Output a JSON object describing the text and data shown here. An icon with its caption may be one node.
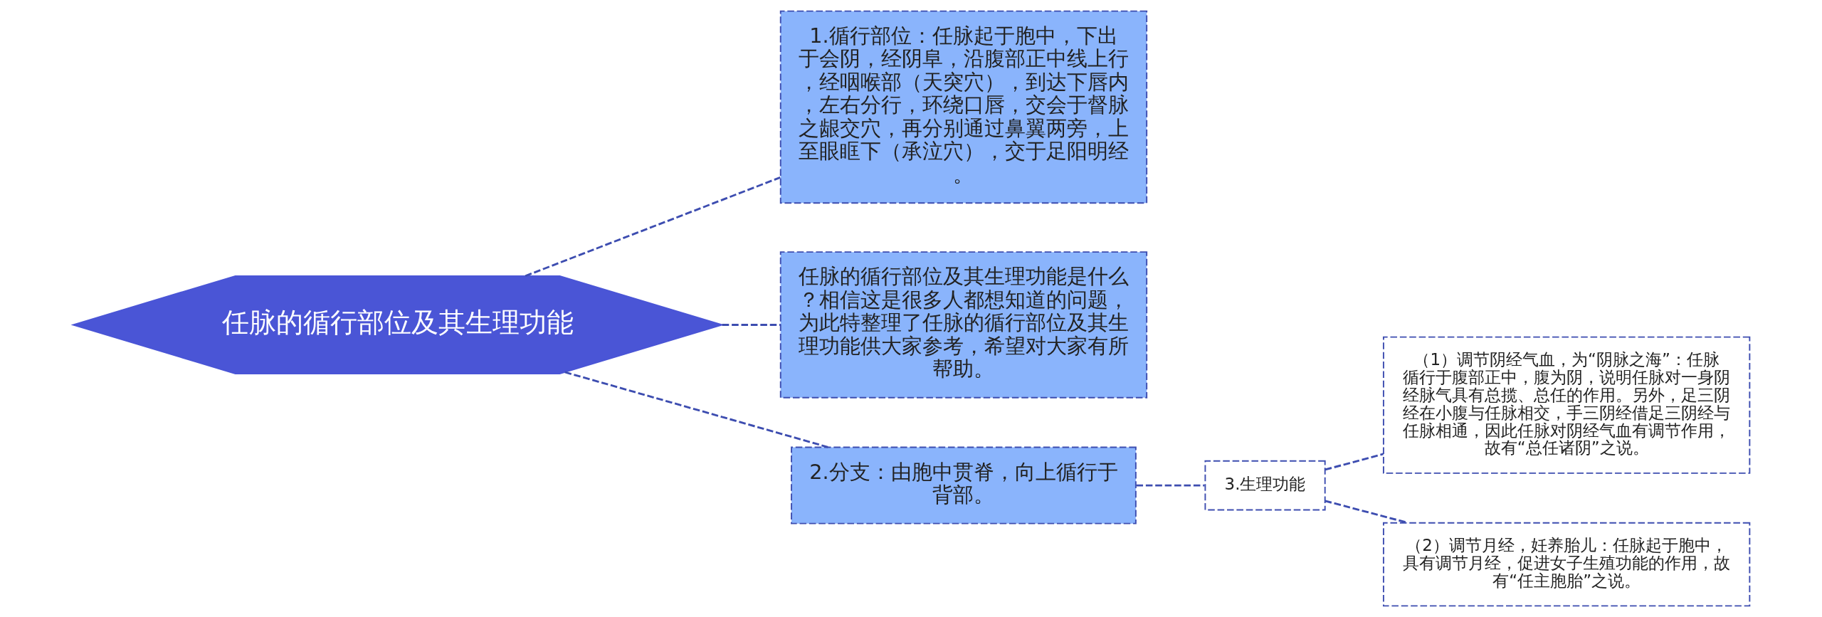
{
  "diagram": {
    "nodes": [
      {
        "text": [
          "任脉的循行部位及其生理功能"
        ]
      },
      {
        "text": [
          "1.循行部位：任脉起于胞中，下出于会阴，经阴阜，沿腹部正中线上行，经咽喉部（天突穴），到达下唇内，左右分行，环绕口唇，交会于督脉之龈交穴，再分别通过鼻翼两旁，上至眼眶下（承泣穴），交于足阳明经。"
        ]
      },
      {
        "text": [
          "任脉的循行部位及其生理功能是什么？相信这是很多人都想知道的问题，为此特整理了任脉的循行部位及其生理功能供大家参考，希望对大家有所帮助。"
        ]
      },
      {
        "text": [
          "2.分支：由胞中贯脊，向上循行于背部。"
        ]
      },
      {
        "text": [
          "3.生理功能"
        ]
      },
      {
        "text": [
          "（1）调节阴经气血，为“阴脉之海”：任脉循行于腹部正中，腹为阴，说明任脉对一身阴经脉气具有总揽、总任的作用。另外，足三阴经在小腹与任脉相交，手三阴经借足三阴经与任脉相通，因此任脉对阴经气血有调节作用，故有“总任诸阴”之说。"
        ]
      },
      {
        "text": [
          "（2）调节月经，妊养胎儿：任脉起于胞中，具有调节月经，促进女子生殖功能的作用，故有“任主胞胎”之说。"
        ]
      }
    ],
    "edges": [
      {
        "from": 0,
        "to": 1,
        "arrow": "none",
        "style": "dashed"
      },
      {
        "from": 0,
        "to": 2,
        "arrow": "none",
        "style": "dashed"
      },
      {
        "from": 0,
        "to": 3,
        "arrow": "none",
        "style": "dashed"
      },
      {
        "from": 3,
        "to": 4,
        "arrow": "none",
        "style": "dashed"
      },
      {
        "from": 4,
        "to": 5,
        "arrow": "none",
        "style": "dashed"
      },
      {
        "from": 4,
        "to": 6,
        "arrow": "none",
        "style": "dashed"
      }
    ]
  }
}
